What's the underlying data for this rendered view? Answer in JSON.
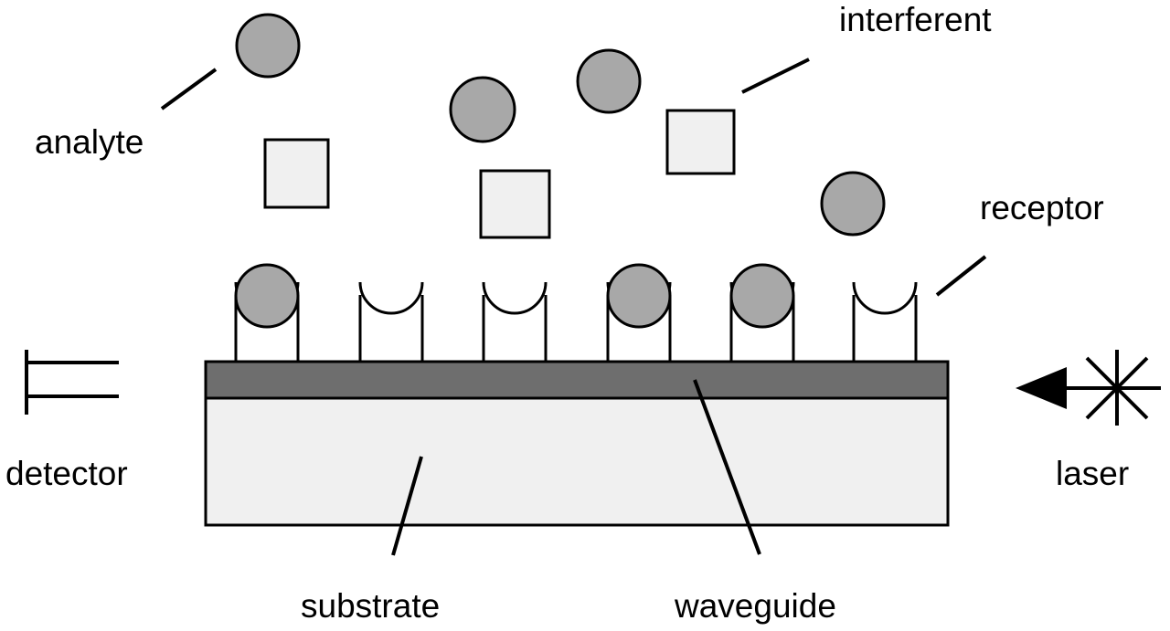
{
  "labels": {
    "analyte": "analyte",
    "interferent": "interferent",
    "receptor": "receptor",
    "detector": "detector",
    "laser": "laser",
    "substrate": "substrate",
    "waveguide": "waveguide"
  },
  "colors": {
    "analyte_fill": "#a8a8a8",
    "interferent_fill": "#f0f0f0",
    "waveguide_fill": "#6e6e6e",
    "substrate_fill": "#f0f0f0",
    "receptor_fill": "#ffffff",
    "line": "#000000"
  },
  "receptors": [
    {
      "id": "receptor-1",
      "bound": true
    },
    {
      "id": "receptor-2",
      "bound": false
    },
    {
      "id": "receptor-3",
      "bound": false
    },
    {
      "id": "receptor-4",
      "bound": true
    },
    {
      "id": "receptor-5",
      "bound": true
    },
    {
      "id": "receptor-6",
      "bound": false
    }
  ]
}
